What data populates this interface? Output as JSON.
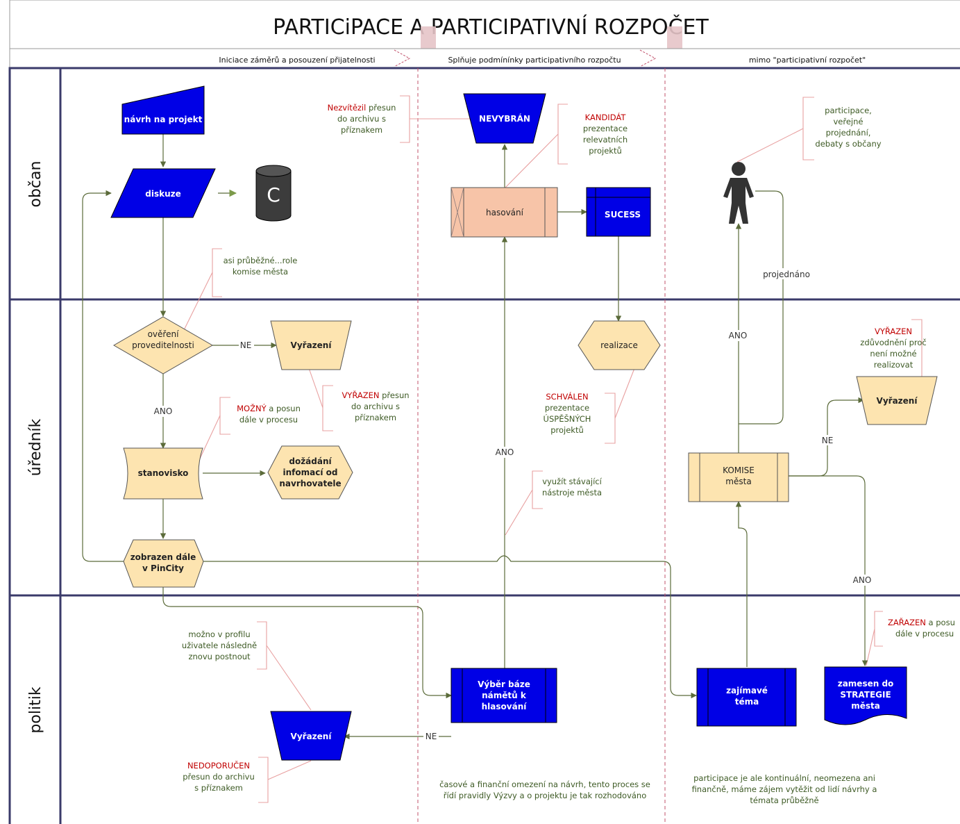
{
  "title": "PARTICiPACE A PARTICIPATIVNÍ ROZPOČET",
  "phases": [
    "Iniciace záměrů a posouzení přijatelnosti",
    "Splňuje podmínínky participativního rozpočtu",
    "mimo \"participativní rozpočet\""
  ],
  "lanes": [
    "občan",
    "úředník",
    "politik"
  ],
  "colors": {
    "blue": "#0000e6",
    "peach": "#fde4b0",
    "salmon": "#f7c4a8",
    "edge": "#5b6b3a",
    "callout": "#e8a0a0",
    "red": "#c00000",
    "green": "#3d5a24"
  },
  "nodes": {
    "navrh": "návrh na projekt",
    "diskuze": "diskuze",
    "datastore": "C",
    "overeni": [
      "ověření",
      "proveditelnosti"
    ],
    "vyrazeni1": "Vyřazení",
    "stanovisko": "stanovisko",
    "dozadani": [
      "dožádání",
      "infomací od",
      "navrhovatele"
    ],
    "zobrazen": [
      "zobrazen dále",
      "v PinCity"
    ],
    "vyrazeni2": "Vyřazení",
    "vyber": [
      "Výběr báze",
      "námětů k",
      "hlasování"
    ],
    "nevybran": "NEVYBRÁN",
    "hasovani": "hasování",
    "sucess": "SUCESS",
    "realizace": "realizace",
    "komise": [
      "KOMISE",
      "města"
    ],
    "vyrazeni3": "Vyřazení",
    "zajimave": [
      "zajímavé",
      "téma"
    ],
    "zamesen": [
      "zamesen do",
      "STRATEGIE",
      "města"
    ],
    "person_icon": "person-icon"
  },
  "edge_labels": {
    "ne1": "NE",
    "ano1": "ANO",
    "ne2": "NE",
    "ano2": "ANO",
    "ano3": "ANO",
    "projednano": "projednáno",
    "ne3": "NE",
    "ano4": "ANO"
  },
  "notes": {
    "nezvitezil": {
      "red": "Nezvítězil",
      "rest": [
        "přesun",
        "do archivu s",
        "příznakem"
      ]
    },
    "kandidat": {
      "red": "KANDIDÁT",
      "rest": [
        "prezentace",
        "relevatních",
        "projektů"
      ]
    },
    "participace": [
      "participace,",
      "veřejné",
      "projednání,",
      "debaty s občany"
    ],
    "prubezne": [
      "asi průběžné...role",
      "komise města"
    ],
    "vyrazen1": {
      "red": "VYŘAZEN",
      "rest": [
        "přesun",
        "do archivu s",
        "příznakem"
      ]
    },
    "mozny": {
      "red": "MOŽNÝ",
      "rest": [
        "a posun",
        "dále v procesu"
      ]
    },
    "schvalen": {
      "red": "SCHVÁLEN",
      "rest": [
        "prezentace",
        "ÚSPĚŠNÝCH",
        "projektů"
      ]
    },
    "vyuzit": [
      "využít stávající",
      "nástroje města"
    ],
    "vyrazen2": {
      "red": "VYŘAZEN",
      "rest": [
        "zdůvodnění proč",
        "není možné",
        "realizovat"
      ]
    },
    "zarazen": {
      "red": "ZAŘAZEN",
      "rest": [
        "a posu",
        "dále v procesu"
      ]
    },
    "profil": [
      "možno v profilu",
      "uživatele následně",
      "znovu postnout"
    ],
    "nedoporucen": {
      "red": "NEDOPORUČEN",
      "rest": [
        "přesun do archivu",
        "s příznakem"
      ]
    },
    "casove": [
      "časové a finanční omezení na návrh, tento proces se",
      "řídí pravidly Výzvy a o projektu je tak rozhodováno"
    ],
    "kontinualni": [
      "participace je ale kontinuální, neomezena ani",
      "finančně, máme zájem vytěžit od lidí návrhy a",
      "témata průběžně"
    ]
  }
}
